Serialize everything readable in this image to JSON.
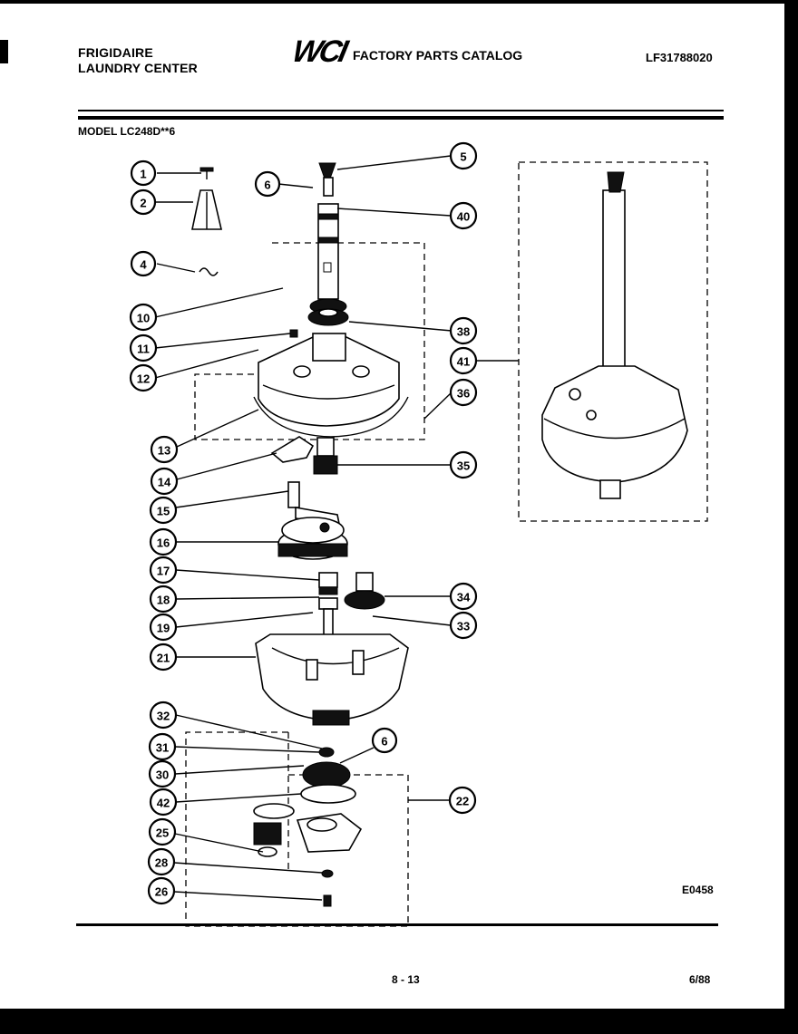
{
  "header": {
    "brand_line1": "FRIGIDAIRE",
    "brand_line2": "LAUNDRY CENTER",
    "logo": "WCI",
    "catalog_title": "FACTORY PARTS CATALOG",
    "doc_number": "LF31788020"
  },
  "model_label": "MODEL LC248D**6",
  "figure_code": "E0458",
  "footer": {
    "page": "8 - 13",
    "date": "6/88"
  },
  "callouts": {
    "c1": "1",
    "c2": "2",
    "c4": "4",
    "c5": "5",
    "c6a": "6",
    "c6b": "6",
    "c10": "10",
    "c11": "11",
    "c12": "12",
    "c13": "13",
    "c14": "14",
    "c15": "15",
    "c16": "16",
    "c17": "17",
    "c18": "18",
    "c19": "19",
    "c21": "21",
    "c22": "22",
    "c25": "25",
    "c26": "26",
    "c28": "28",
    "c30": "30",
    "c31": "31",
    "c32": "32",
    "c33": "33",
    "c34": "34",
    "c35": "35",
    "c36": "36",
    "c38": "38",
    "c40": "40",
    "c41": "41",
    "c42": "42"
  }
}
